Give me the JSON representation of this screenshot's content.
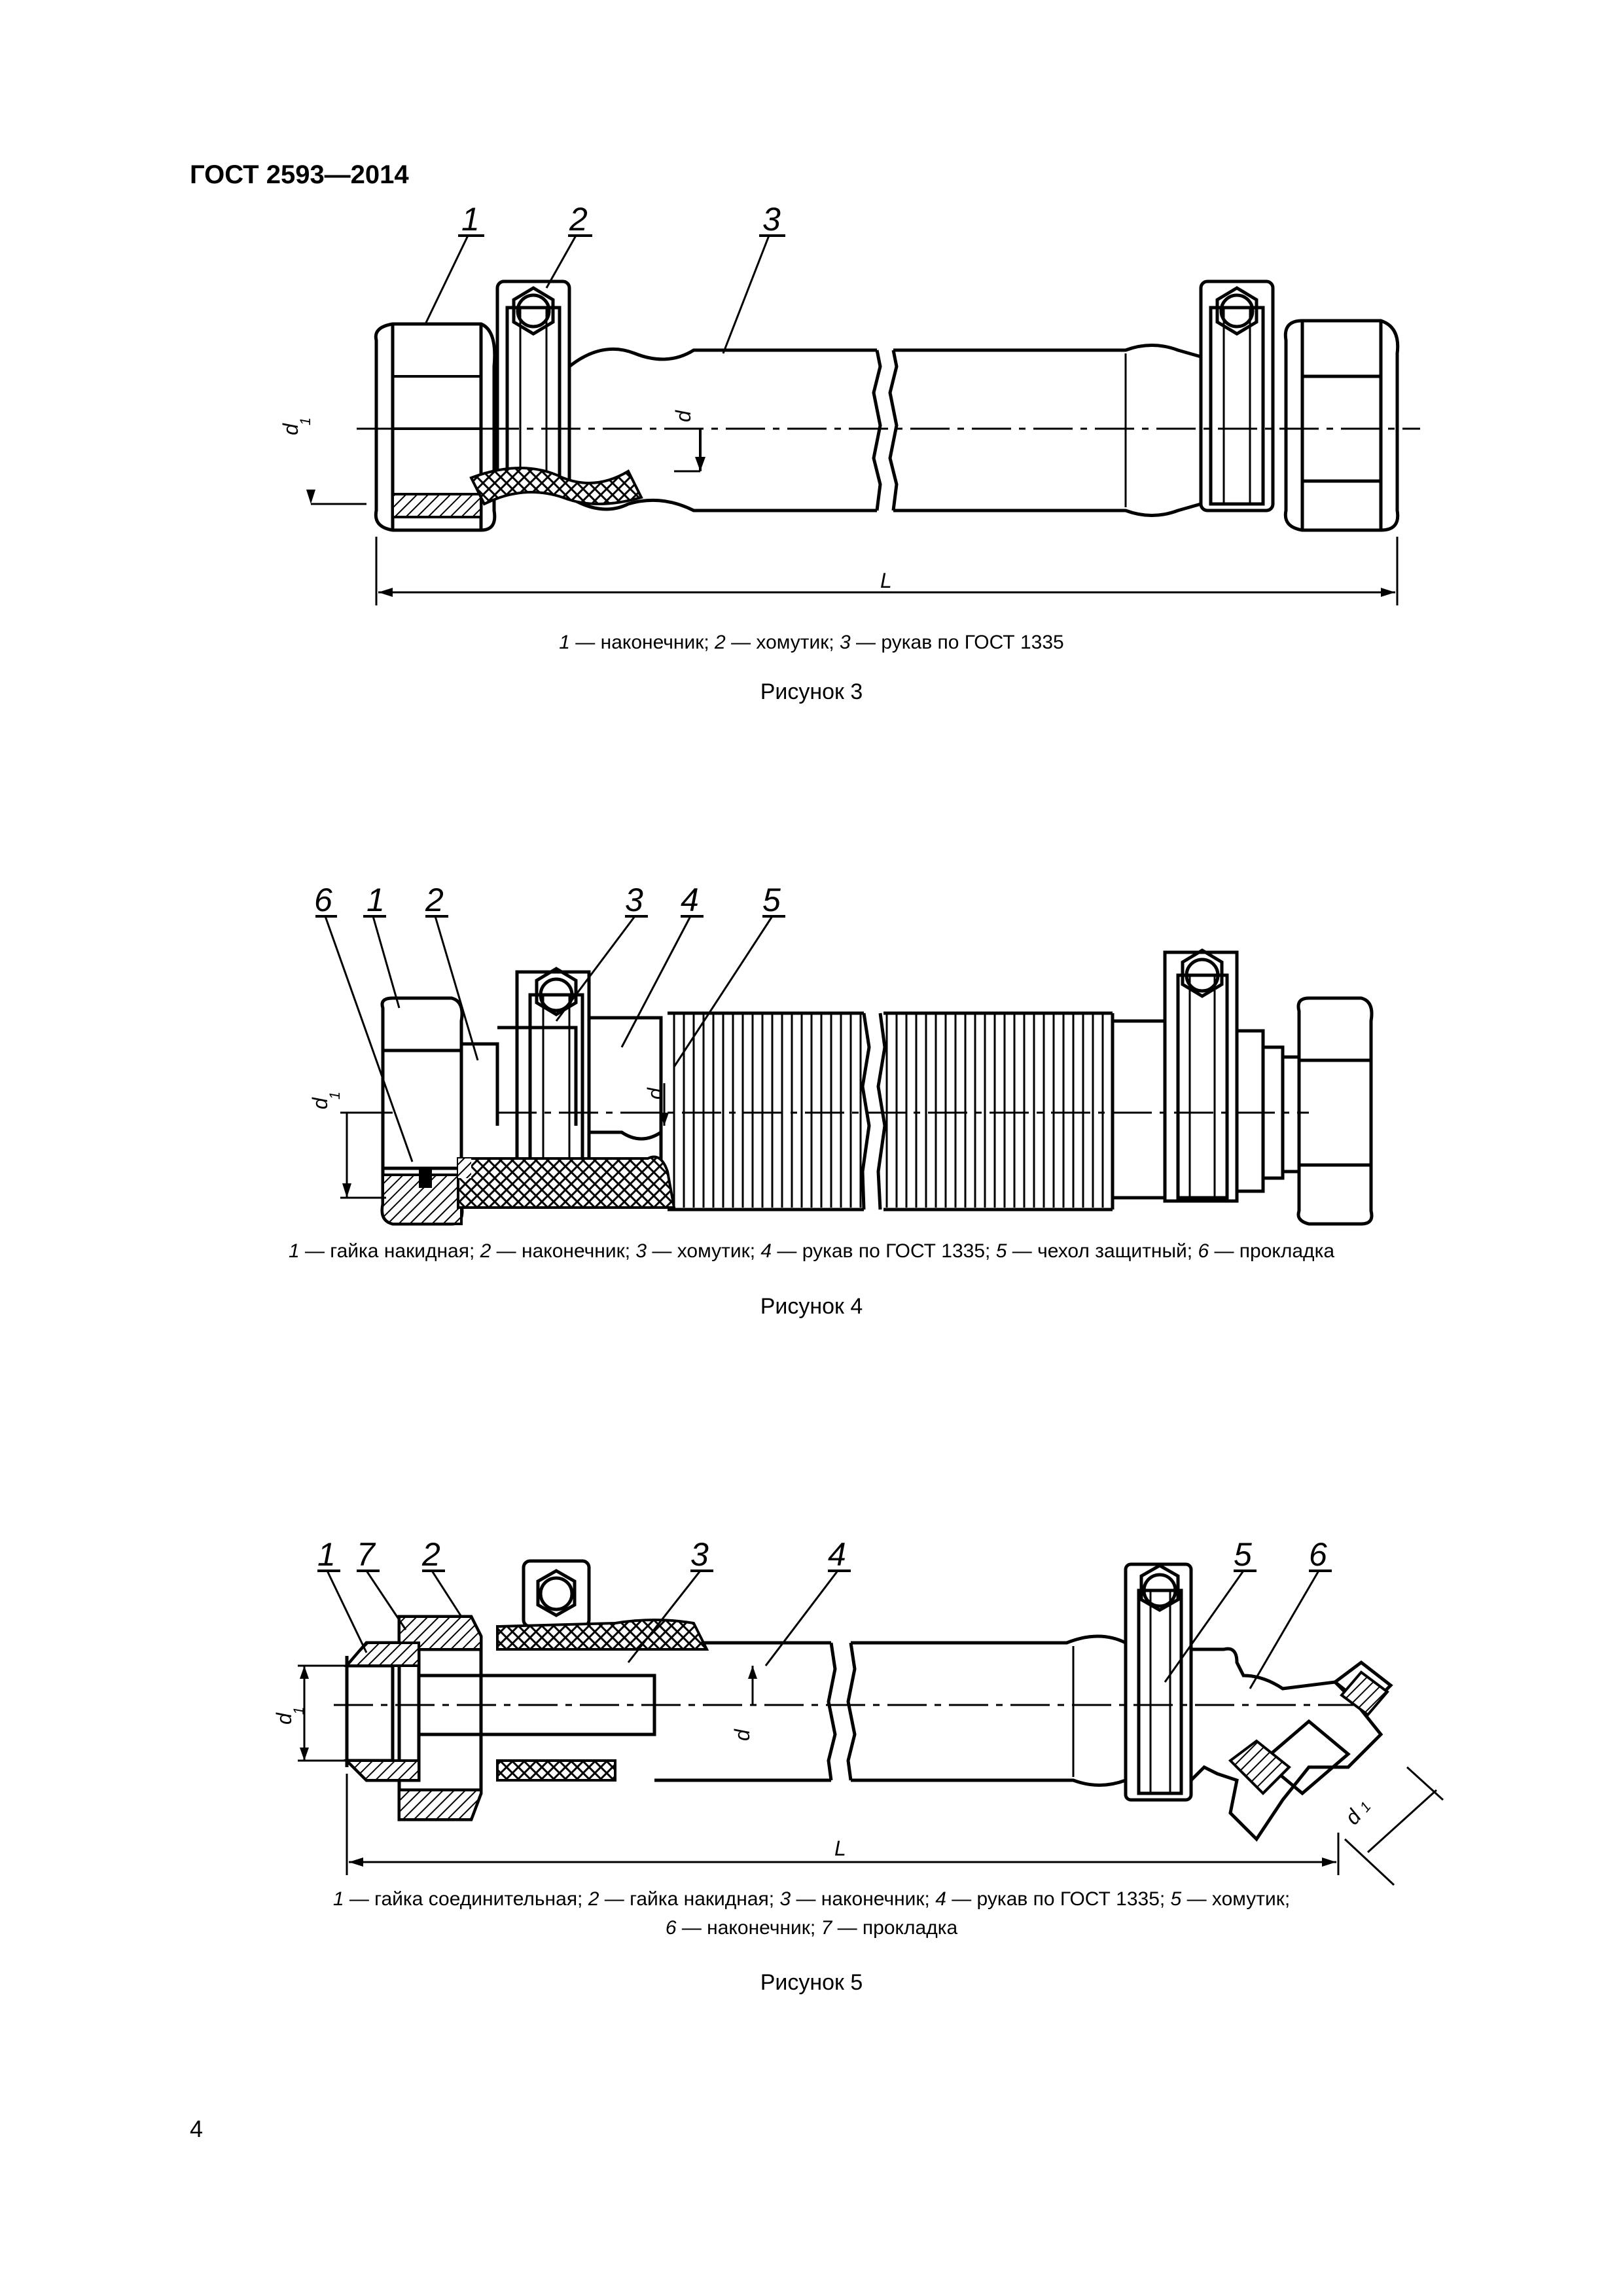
{
  "header": {
    "title": "ГОСТ 2593—2014"
  },
  "figure3": {
    "callouts": [
      "1",
      "2",
      "3"
    ],
    "dims": {
      "d1": "d",
      "d1_sub": "1",
      "d": "d",
      "L": "L"
    },
    "legend": [
      {
        "num": "1",
        "text": " — наконечник; "
      },
      {
        "num": "2",
        "text": " — хомутик; "
      },
      {
        "num": "3",
        "text": " — рукав по ГОСТ 1335"
      }
    ],
    "title": "Рисунок 3"
  },
  "figure4": {
    "callouts": [
      "6",
      "1",
      "2",
      "3",
      "4",
      "5"
    ],
    "dims": {
      "d1": "d",
      "d1_sub": "1",
      "d": "d"
    },
    "legend": [
      {
        "num": "1",
        "text": " — гайка накидная; "
      },
      {
        "num": "2",
        "text": " — наконечник; "
      },
      {
        "num": "3",
        "text": " — хомутик; "
      },
      {
        "num": "4",
        "text": " — рукав по ГОСТ 1335; "
      },
      {
        "num": "5",
        "text": " — чехол защитный; "
      },
      {
        "num": "6",
        "text": " — прокладка"
      }
    ],
    "title": "Рисунок 4"
  },
  "figure5": {
    "callouts": [
      "1",
      "7",
      "2",
      "3",
      "4",
      "5",
      "6"
    ],
    "dims": {
      "d1": "d",
      "d1_sub": "1",
      "d": "d",
      "L": "L",
      "d1b": "d",
      "d1b_sub": "1"
    },
    "legend_line1": [
      {
        "num": "1",
        "text": " — гайка соединительная; "
      },
      {
        "num": "2",
        "text": " — гайка накидная; "
      },
      {
        "num": "3",
        "text": " — наконечник; "
      },
      {
        "num": "4",
        "text": " — рукав по ГОСТ 1335; "
      },
      {
        "num": "5",
        "text": " — хомутик;"
      }
    ],
    "legend_line2": [
      {
        "num": "6",
        "text": " — наконечник; "
      },
      {
        "num": "7",
        "text": " — прокладка"
      }
    ],
    "title": "Рисунок 5"
  },
  "footer": {
    "page_number": "4"
  }
}
